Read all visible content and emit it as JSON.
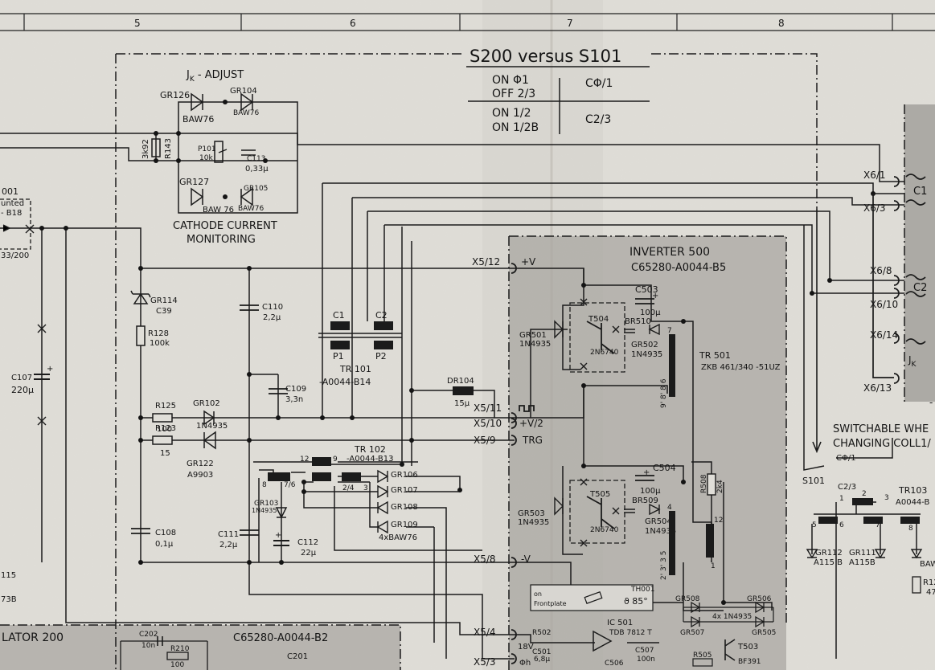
{
  "columns": [
    "5",
    "6",
    "7",
    "8"
  ],
  "switch_table": {
    "title": "S200 versus S101",
    "rows": [
      {
        "s200": "ON Φ1",
        "s101": "CΦ/1"
      },
      {
        "s200": "OFF 2/3",
        "s101": ""
      },
      {
        "s200": "ON 1/2",
        "s101": "C2/3"
      },
      {
        "s200": "ON 1/2B",
        "s101": ""
      }
    ]
  },
  "jk_adjust": {
    "title": "J",
    "title_sub": "K",
    "title_suffix": "- ADJUST",
    "caption_line1": "CATHODE CURRENT",
    "caption_line2": "MONITORING",
    "gr126": "GR126",
    "gr104": "GR104",
    "baw76_a": "BAW76",
    "baw76_b": "BAW76",
    "r143": "R143",
    "r143_val": "3k92",
    "p101": "P101",
    "p101_val": "10k",
    "c113": "C113",
    "c113_val": "0,33μ",
    "gr127": "GR127",
    "gr105": "GR105",
    "baw76_c": "BAW 76",
    "baw76_d": "BAW76"
  },
  "left_fragment": {
    "l1": "001",
    "l2": "unted",
    "l3": "- B18",
    "l4": "33/200",
    "l5": "115",
    "l6": "73B"
  },
  "left_components": {
    "gr114": "GR114",
    "gr114_val": "C39",
    "r128": "R128",
    "r128_val": "100k",
    "c107": "C107",
    "c107_val": "220μ",
    "r125": "R125",
    "r125_val": "100",
    "gr102": "GR102",
    "gr102_val": "1N4935",
    "r123": "R123",
    "r123_val": "15",
    "gr122": "GR122",
    "gr122_val": "A9903",
    "c108": "C108",
    "c108_val": "0,1μ",
    "c110": "C110",
    "c110_val": "2,2μ",
    "c109": "C109",
    "c109_val": "3,3n",
    "c111": "C111",
    "c111_val": "2,2μ",
    "c112": "C112",
    "c112_val": "22μ",
    "gr103": "GR103",
    "gr103_val": "1N4935"
  },
  "tr101": {
    "c1": "C1",
    "c2": "C2",
    "p1": "P1",
    "p2": "P2",
    "name": "TR 101",
    "part": "-A0044-B14"
  },
  "dr104": {
    "name": "DR104",
    "val": "15μ"
  },
  "tr102": {
    "name": "TR 102",
    "part": "-A0044-B13",
    "pin12": "12",
    "pin9": "9",
    "pin8": "8",
    "pin76": "7/6",
    "pin24": "2/4",
    "pin3": "3",
    "gr106": "GR106",
    "gr107": "GR107",
    "gr108": "GR108",
    "gr109": "GR109",
    "baw": "4xBAW76"
  },
  "connectors": {
    "x5_12": "X5/12",
    "v_plus": "+V",
    "x5_11": "X5/11",
    "x5_10": "X5/10",
    "v_half": "+V/2",
    "x5_9": "X5/9",
    "trg": "TRG",
    "x5_8": "X5/8",
    "v_minus": "-V",
    "x5_4": "X5/4",
    "v18": "18V",
    "x5_3": "X5/3",
    "phi_h": "Φh"
  },
  "inverter": {
    "title": "INVERTER 500",
    "part": "C65280-A0044-B5",
    "c503": "C503",
    "c503_val": "100μ",
    "t504": "T504",
    "t504_val": "2N6740",
    "br510": "BR510",
    "gr501": "GR501",
    "gr501_val": "1N4935",
    "gr502": "GR502",
    "gr502_val": "1N4935",
    "tr501": "TR 501",
    "tr501_val": "ZKB 461/340 -51UZ",
    "pins_top": "9' 8' 8 6",
    "c504": "C504",
    "c504_val": "100μ",
    "t505": "T505",
    "t505_val": "2N6740",
    "br509": "BR509",
    "gr503": "GR503",
    "gr503_val": "1N4935",
    "gr504": "GR504",
    "gr504_val": "1N4935",
    "pins_bottom": "2' 3' 3 5",
    "pin4": "4",
    "pin7": "7",
    "r508": "R508",
    "r508_val": "2k4",
    "pin12": "12",
    "pin1": "1",
    "th001": "TH001",
    "th_label1": "on",
    "th_label2": "Frontplate",
    "th_temp": "ϑ 85°",
    "gr508": "GR508",
    "gr506": "GR506",
    "gr507": "GR507",
    "gr505": "GR505",
    "gr_val": "4x 1N4935",
    "ic501": "IC 501",
    "ic501_val": "TDB 7812 T",
    "t503": "T503",
    "t503_val": "BF391",
    "r502": "R502",
    "c501": "C501",
    "c501_val": "6,8μ",
    "c507": "C507",
    "c507_val": "100n",
    "c506": "C506",
    "r505": "R505"
  },
  "right_side": {
    "x6_1": "X6/1",
    "x6_3": "X6/3",
    "c1": "C1",
    "x6_8": "X6/8",
    "x6_10": "X6/10",
    "c2": "C2",
    "x6_14": "X6/14",
    "x6_13": "X6/13",
    "jk": "J",
    "jk_sub": "K",
    "dash": "-",
    "switchable1": "SWITCHABLE WHE",
    "switchable2": "CHANGING COLL1/",
    "c01": "CΦ/1",
    "c23": "C2/3",
    "s101": "S101",
    "pin1": "1",
    "pin2": "2",
    "pin3": "3",
    "tr103": "TR103",
    "tr103_part": "A0044-B",
    "pin5": "5",
    "pin6": "6",
    "pin7": "7",
    "pin8": "8",
    "gr112": "GR112",
    "gr112_val": "A115 B",
    "gr111": "GR111",
    "gr111_val": "A115B",
    "baw": "BAW",
    "r12": "R12",
    "r12_val": "47"
  },
  "oscillator": {
    "title": "LATOR 200",
    "part": "C65280-A0044-B2",
    "c202": "C202",
    "c202_val": "10n",
    "r210": "R210",
    "r210_val": "100",
    "c201": "C201"
  }
}
